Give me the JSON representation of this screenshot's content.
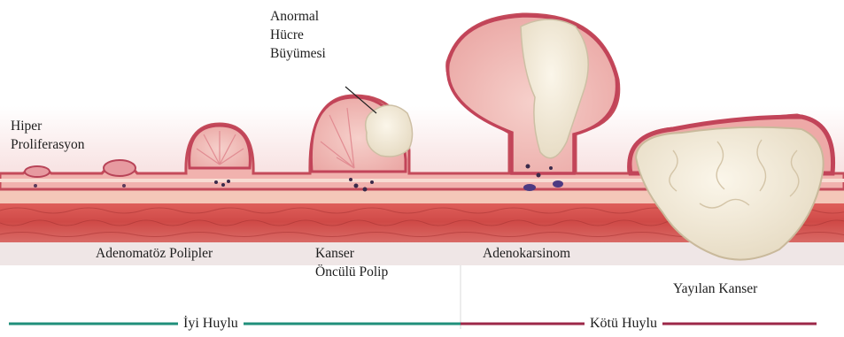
{
  "labels": {
    "hiper_proliferasyon": [
      "Hiper",
      "Proliferasyon"
    ],
    "anormal_hucre": [
      "Anormal",
      "Hücre",
      "Büyümesi"
    ],
    "adenomatoz": "Adenomatöz Polipler",
    "kanser_oncul": [
      "Kanser",
      "Öncülü Polip"
    ],
    "adenokarsinom": "Adenokarsinom",
    "yayilan_kanser": "Yayılan Kanser"
  },
  "legend": {
    "benign": "İyi Huylu",
    "malignant": "Kötü Huylu"
  },
  "colors": {
    "benign_line": "#1f8f7a",
    "malignant_line": "#9c2748",
    "mucosa": "#f2b3b0",
    "polyp_surface": "#c7505f",
    "muscle": "#d24b4b",
    "tumor": "#f3ead8"
  }
}
